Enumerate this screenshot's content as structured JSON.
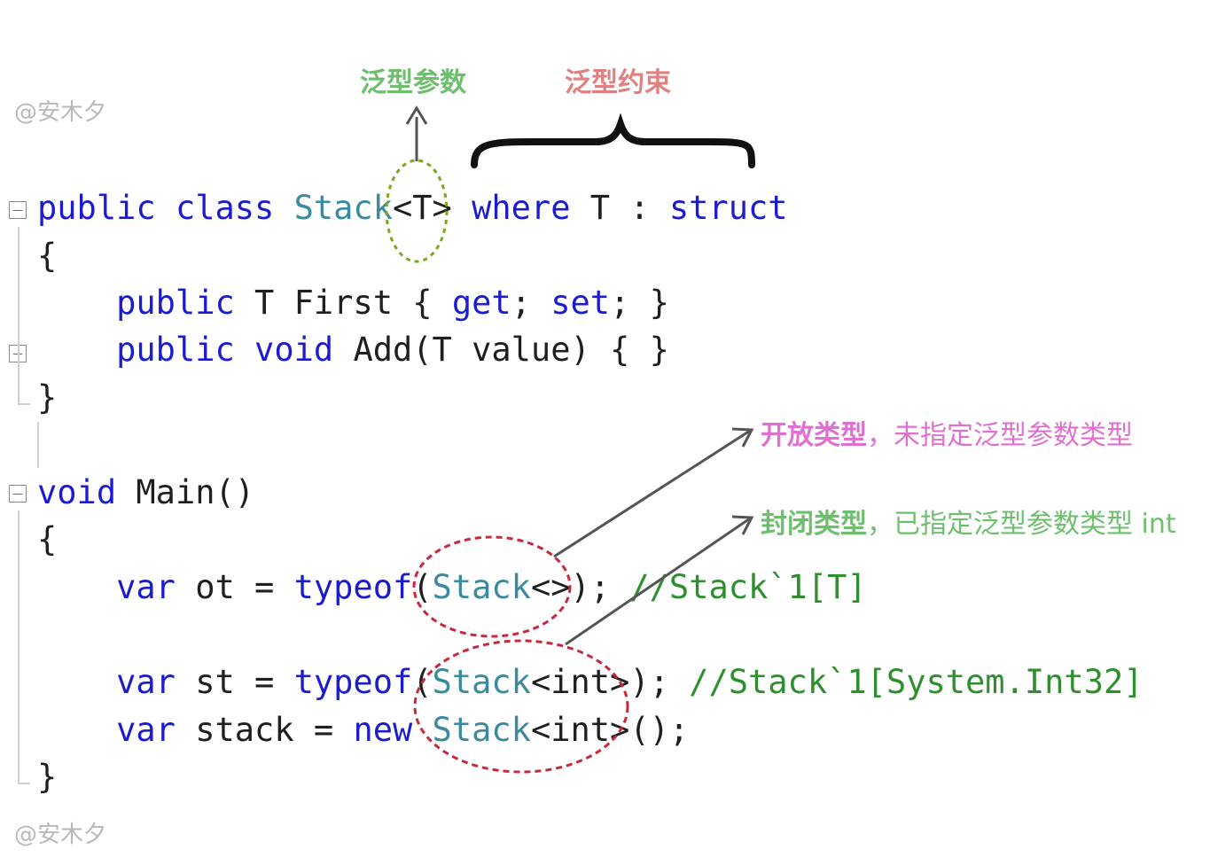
{
  "watermark": "@安木夕",
  "labels": {
    "generic_param": "泛型参数",
    "generic_constraint": "泛型约束",
    "open_type_strong": "开放类型",
    "open_type_rest": "，未指定泛型参数类型",
    "closed_type_strong": "封闭类型",
    "closed_type_rest": "，已指定泛型参数类型 int"
  },
  "colors": {
    "green_label": "#6dbf6d",
    "red_label": "#e08080",
    "pink_note": "#e070d0",
    "green_note": "#6dbf6d",
    "keyword": "#1c1ccf",
    "type": "#3b8b9f",
    "comment": "#2f8f2f",
    "circle_green": "#7aa820",
    "circle_red": "#c8283c",
    "arrow": "#555555"
  },
  "code": {
    "l1": {
      "public": "public",
      "class": "class",
      "stack": "Stack",
      "gen": "<T>",
      "where": "where",
      "t": "T",
      "colon": ":",
      "struct": "struct"
    },
    "l2": {
      "brace": "{"
    },
    "l3": {
      "public": "public",
      "t": "T",
      "first": "First",
      "open": "{",
      "get": "get",
      "semi1": ";",
      "set": "set",
      "semi2": ";",
      "close": "}"
    },
    "l4": {
      "public": "public",
      "void": "void",
      "add": "Add(T value) { }"
    },
    "l5": {
      "brace": "}"
    },
    "l6": {
      "void": "void",
      "main": "Main()"
    },
    "l7": {
      "brace": "{"
    },
    "l8": {
      "var": "var",
      "name": "ot =",
      "typeof": "typeof",
      "paren": "(",
      "stack": "Stack",
      "gen": "<>",
      "end": ");",
      "comment": "//Stack`1[T]"
    },
    "l9": {
      "var": "var",
      "name": "st =",
      "typeof": "typeof",
      "paren": "(",
      "stack": "Stack",
      "gen": "<int>",
      "end": ");",
      "comment": "//Stack`1[System.Int32]"
    },
    "l10": {
      "var": "var",
      "name": "stack =",
      "new": "new",
      "stack": "Stack",
      "gen": "<int>",
      "end": "();"
    },
    "l11": {
      "brace": "}"
    }
  }
}
